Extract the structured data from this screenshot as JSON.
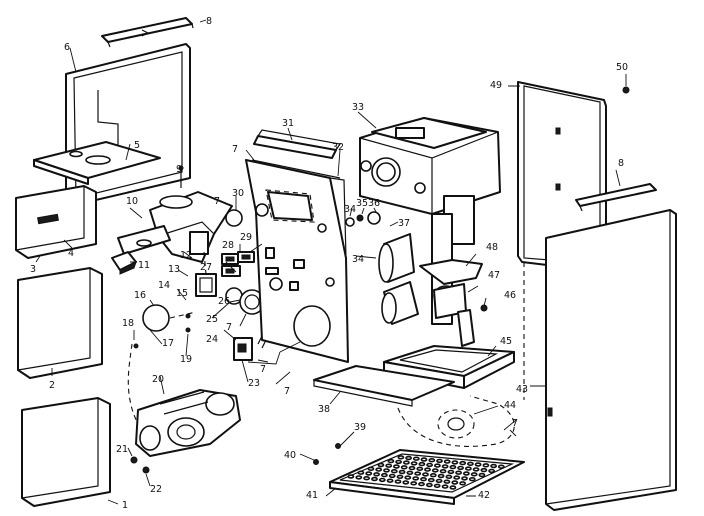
{
  "callouts": {
    "c1": "1",
    "c2": "2",
    "c3": "3",
    "c4": "4",
    "c5": "5",
    "c6": "6",
    "c7": "7",
    "c8": "8",
    "c9": "9",
    "c10": "10",
    "c11": "11",
    "c12": "12",
    "c13": "13",
    "c14": "14",
    "c15": "15",
    "c16": "16",
    "c17": "17",
    "c18": "18",
    "c19": "19",
    "c20": "20",
    "c21": "21",
    "c22": "22",
    "c23": "23",
    "c24": "24",
    "c25": "25",
    "c26": "26",
    "c27": "27",
    "c28": "28",
    "c29": "29",
    "c30": "30",
    "c31": "31",
    "c32": "32",
    "c33": "33",
    "c34": "34",
    "c35": "35",
    "c36": "36",
    "c37": "37",
    "c38": "38",
    "c39": "39",
    "c40": "40",
    "c41": "41",
    "c42": "42",
    "c43": "43",
    "c44": "44",
    "c45": "45",
    "c46": "46",
    "c47": "47",
    "c48": "48",
    "c49": "49",
    "c50": "50"
  },
  "panel_label": "",
  "colors": {
    "ink": "#111111",
    "paper": "#ffffff"
  }
}
